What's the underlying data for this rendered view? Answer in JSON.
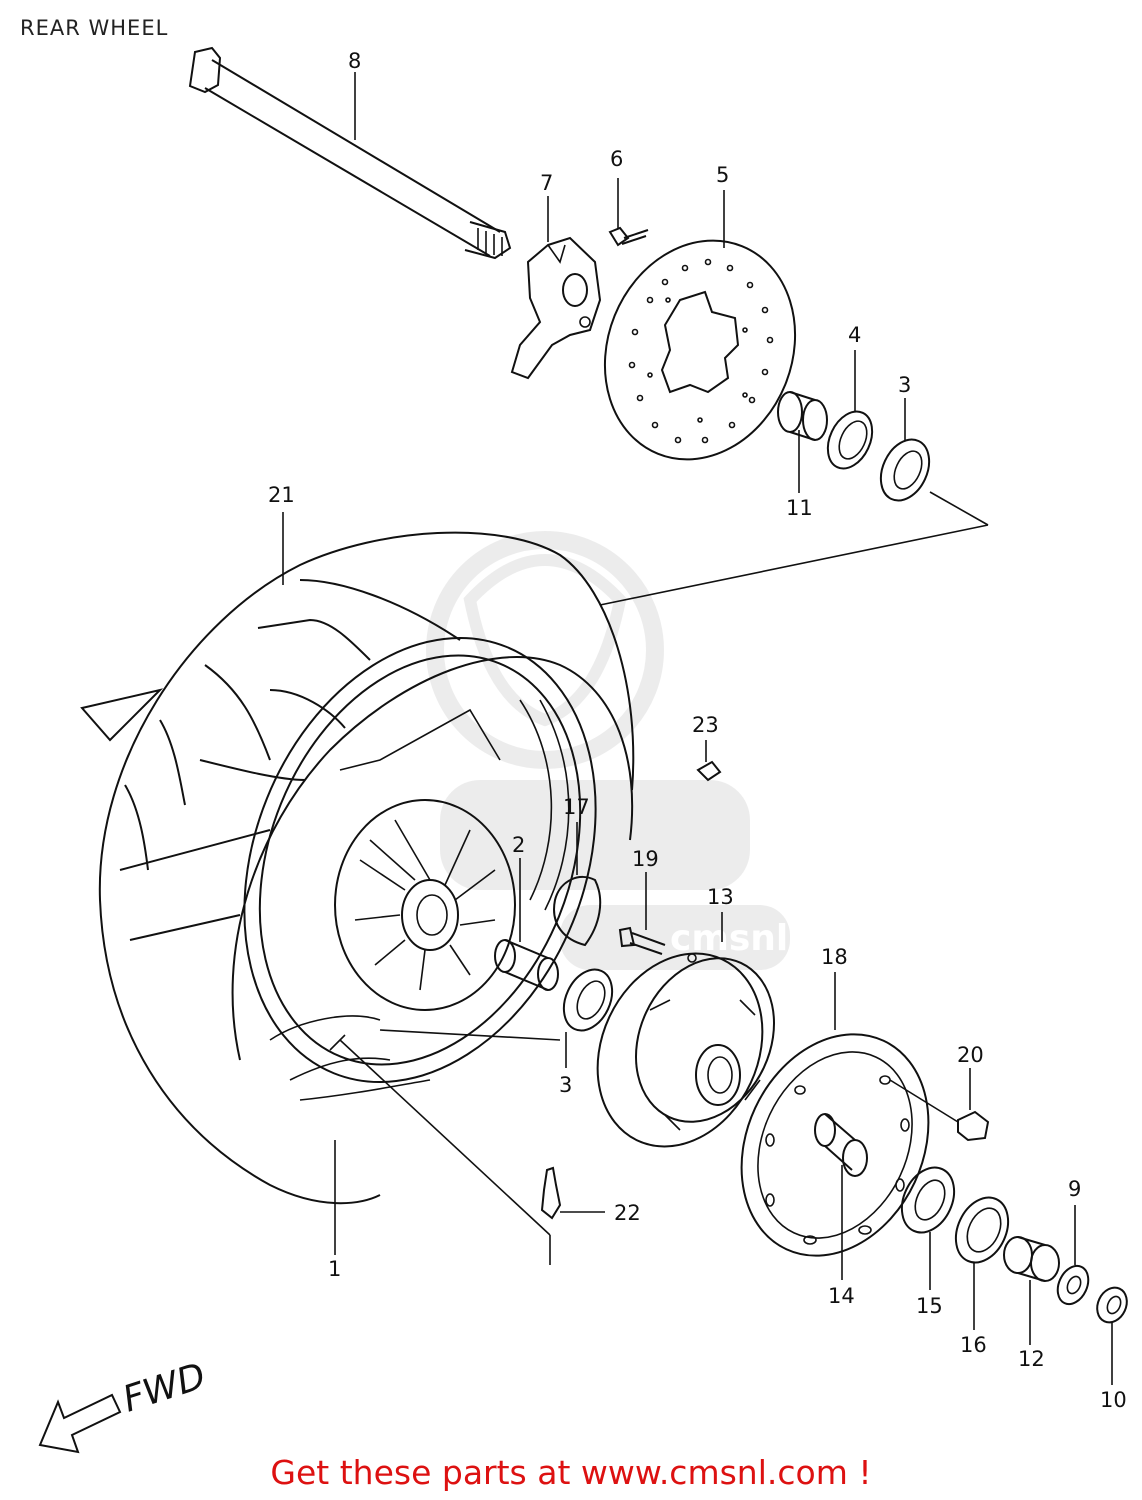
{
  "title": "REAR WHEEL",
  "footer": "Get these parts at www.cmsnl.com !",
  "watermark": "cmsnl.com",
  "direction_label": "FWD",
  "callouts": [
    {
      "id": "c8",
      "label": "8"
    },
    {
      "id": "c7",
      "label": "7"
    },
    {
      "id": "c6",
      "label": "6"
    },
    {
      "id": "c5",
      "label": "5"
    },
    {
      "id": "c4",
      "label": "4"
    },
    {
      "id": "c3a",
      "label": "3"
    },
    {
      "id": "c11",
      "label": "11"
    },
    {
      "id": "c21",
      "label": "21"
    },
    {
      "id": "c23",
      "label": "23"
    },
    {
      "id": "c17",
      "label": "17"
    },
    {
      "id": "c2",
      "label": "2"
    },
    {
      "id": "c19",
      "label": "19"
    },
    {
      "id": "c13",
      "label": "13"
    },
    {
      "id": "c18",
      "label": "18"
    },
    {
      "id": "c3b",
      "label": "3"
    },
    {
      "id": "c20",
      "label": "20"
    },
    {
      "id": "c22",
      "label": "22"
    },
    {
      "id": "c1",
      "label": "1"
    },
    {
      "id": "c14",
      "label": "14"
    },
    {
      "id": "c15",
      "label": "15"
    },
    {
      "id": "c16",
      "label": "16"
    },
    {
      "id": "c12",
      "label": "12"
    },
    {
      "id": "c9",
      "label": "9"
    },
    {
      "id": "c10",
      "label": "10"
    }
  ]
}
